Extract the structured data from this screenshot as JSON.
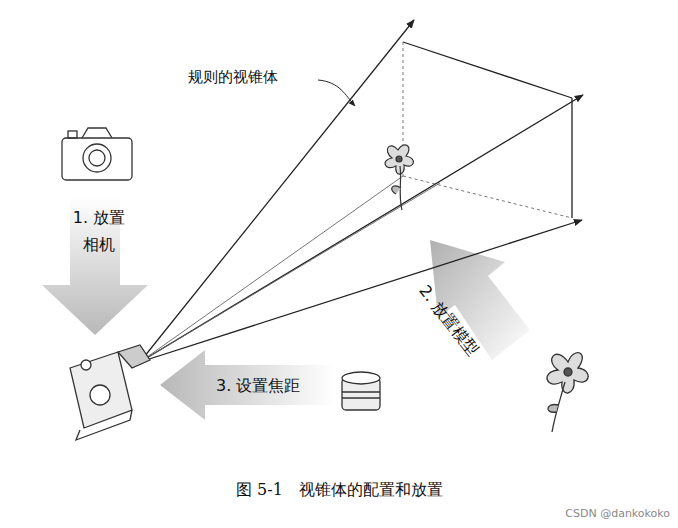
{
  "diagram": {
    "caption": "图 5-1　视锥体的配置和放置",
    "labels": [
      "规则的视锥体",
      "1. 放置 相机",
      "2. 放置模型",
      "3. 设置焦距",
      "CSDN @dankokoko"
    ]
  }
}
